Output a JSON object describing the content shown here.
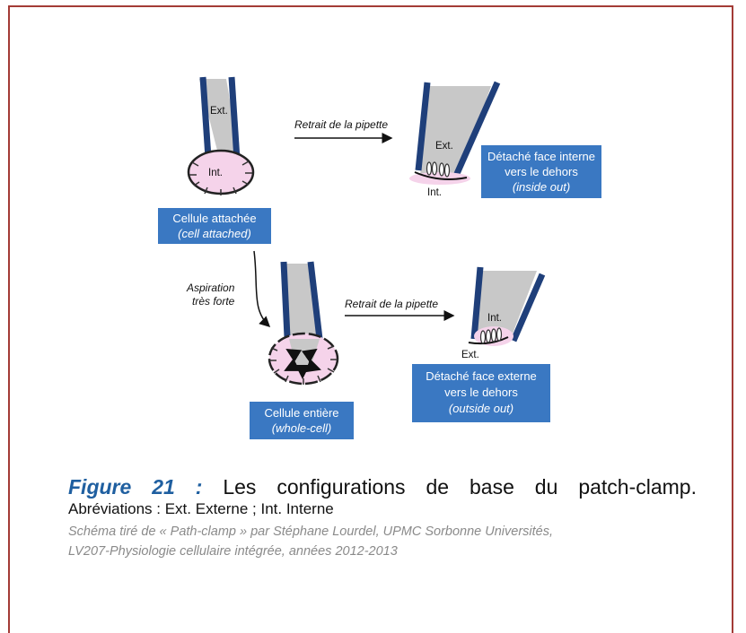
{
  "diagram": {
    "labels": {
      "ext": "Ext.",
      "int": "Int.",
      "retrait": "Retrait de la pipette",
      "aspiration_line1": "Aspiration",
      "aspiration_line2": "très forte"
    },
    "boxes": {
      "cell_attached": {
        "line1": "Cellule attachée",
        "line2": "(cell attached)"
      },
      "inside_out": {
        "line1": "Détaché face interne",
        "line2": "vers le dehors",
        "line3": "(inside out)"
      },
      "whole_cell": {
        "line1": "Cellule entière",
        "line2": "(whole-cell)"
      },
      "outside_out": {
        "line1": "Détaché  face externe",
        "line2": "vers le dehors",
        "line3": "(outside out)"
      }
    },
    "colors": {
      "pipette_wall": "#1f3f7a",
      "pipette_fill": "#c8c8c8",
      "cell_fill": "#f5d3ea",
      "box_fill": "#3a78c2",
      "frame": "#a33b36"
    }
  },
  "caption": {
    "figure_label": "Figure 21 :",
    "title": "Les configurations de base du patch-clamp.",
    "abbreviations": "Abréviations : Ext. Externe ; Int. Interne",
    "source_line1": "Schéma tiré de « Path-clamp » par Stéphane Lourdel, UPMC Sorbonne Universités,",
    "source_line2": "LV207-Physiologie cellulaire intégrée, années 2012-2013"
  }
}
